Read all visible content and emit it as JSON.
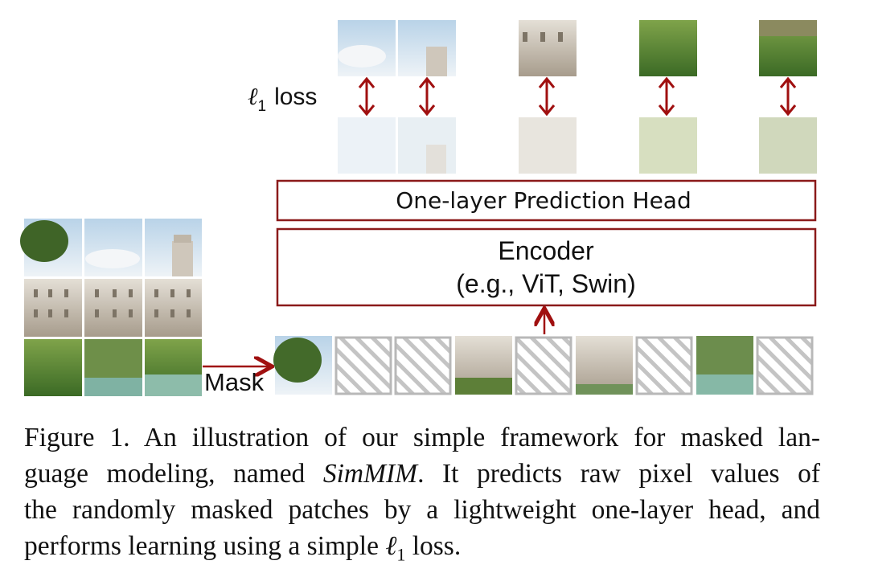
{
  "diagram": {
    "loss_label": "ℓ",
    "loss_subscript": "1",
    "loss_word": "loss",
    "head_label": "One-layer Prediction Head",
    "encoder_label": "Encoder",
    "encoder_sublabel": "(e.g., ViT, Swin)",
    "mask_label": "Mask",
    "input_tokens": [
      "visible",
      "masked",
      "masked",
      "visible",
      "masked",
      "visible",
      "masked",
      "visible",
      "masked"
    ],
    "colors": {
      "arrow": "#a01010",
      "box_border": "#8b1a1a",
      "mask_hatch": "#b8b8b8",
      "sky": "#c9dbe9",
      "castle": "#d9d3c9",
      "foliage": "#4f7a2c"
    }
  },
  "caption": {
    "line1": "Figure 1. An illustration of our simple framework for masked lan-",
    "line2a": "guage modeling, named ",
    "line2b": "SimMIM",
    "line2c": ". It predicts raw pixel values of",
    "line3": "the randomly masked patches by a lightweight one-layer head, and",
    "line4a": "performs learning using a simple ",
    "line4b": "ℓ",
    "line4c": "1",
    "line4d": " loss."
  }
}
